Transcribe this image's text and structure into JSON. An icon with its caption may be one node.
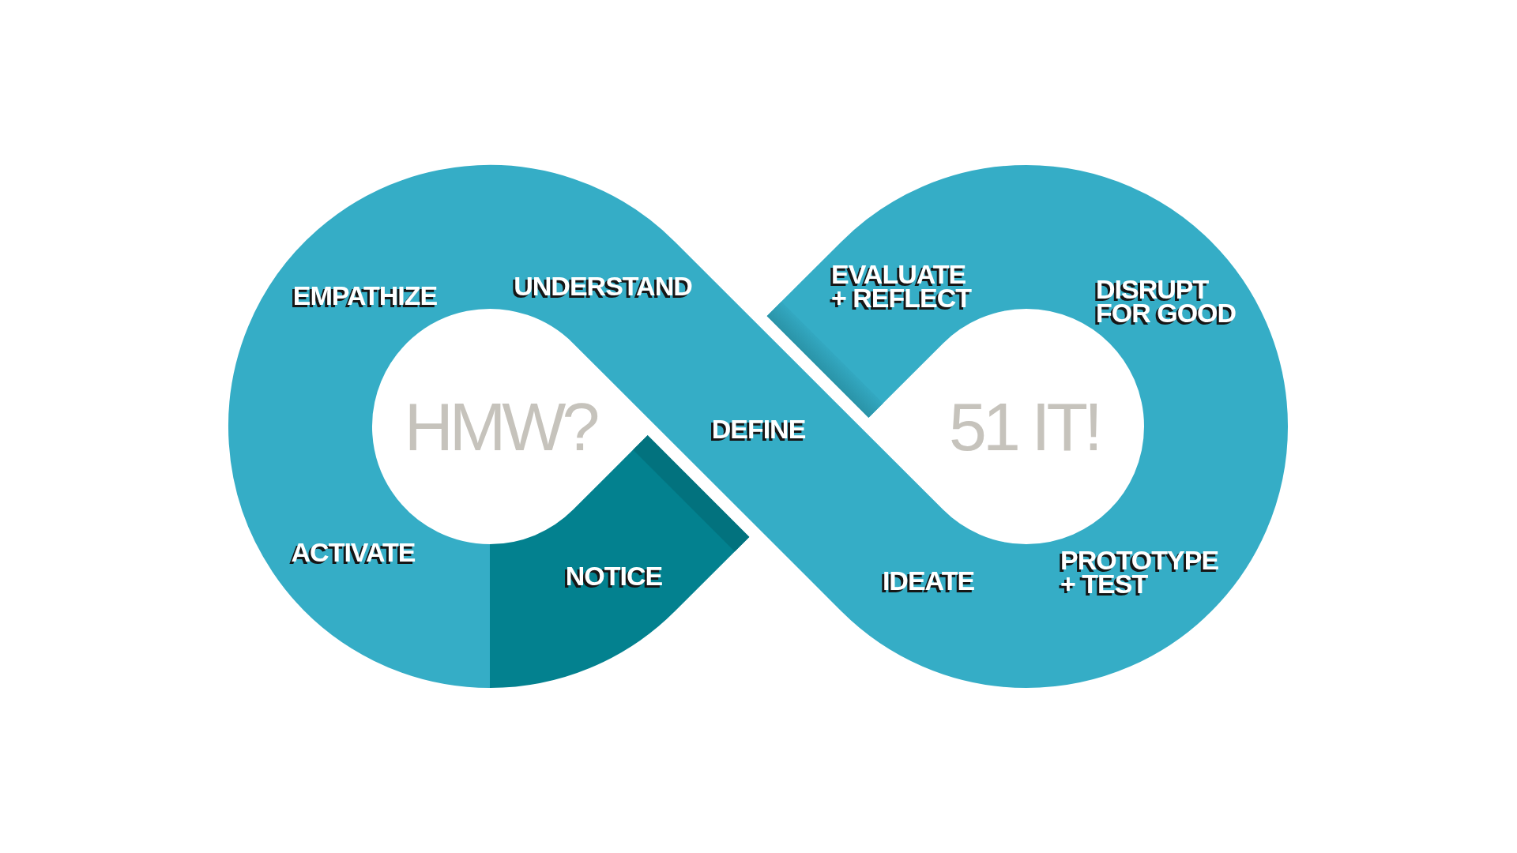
{
  "diagram": {
    "labels": [
      "EMPATHIZE",
      "UNDERSTAND",
      "EVALUATE + REFLECT",
      "DISRUPT FOR GOOD",
      "HMW?",
      "DEFINE",
      "51 IT!",
      "ACTIVATE",
      "NOTICE",
      "IDEATE",
      "PROTOTYPE + TEST"
    ]
  }
}
